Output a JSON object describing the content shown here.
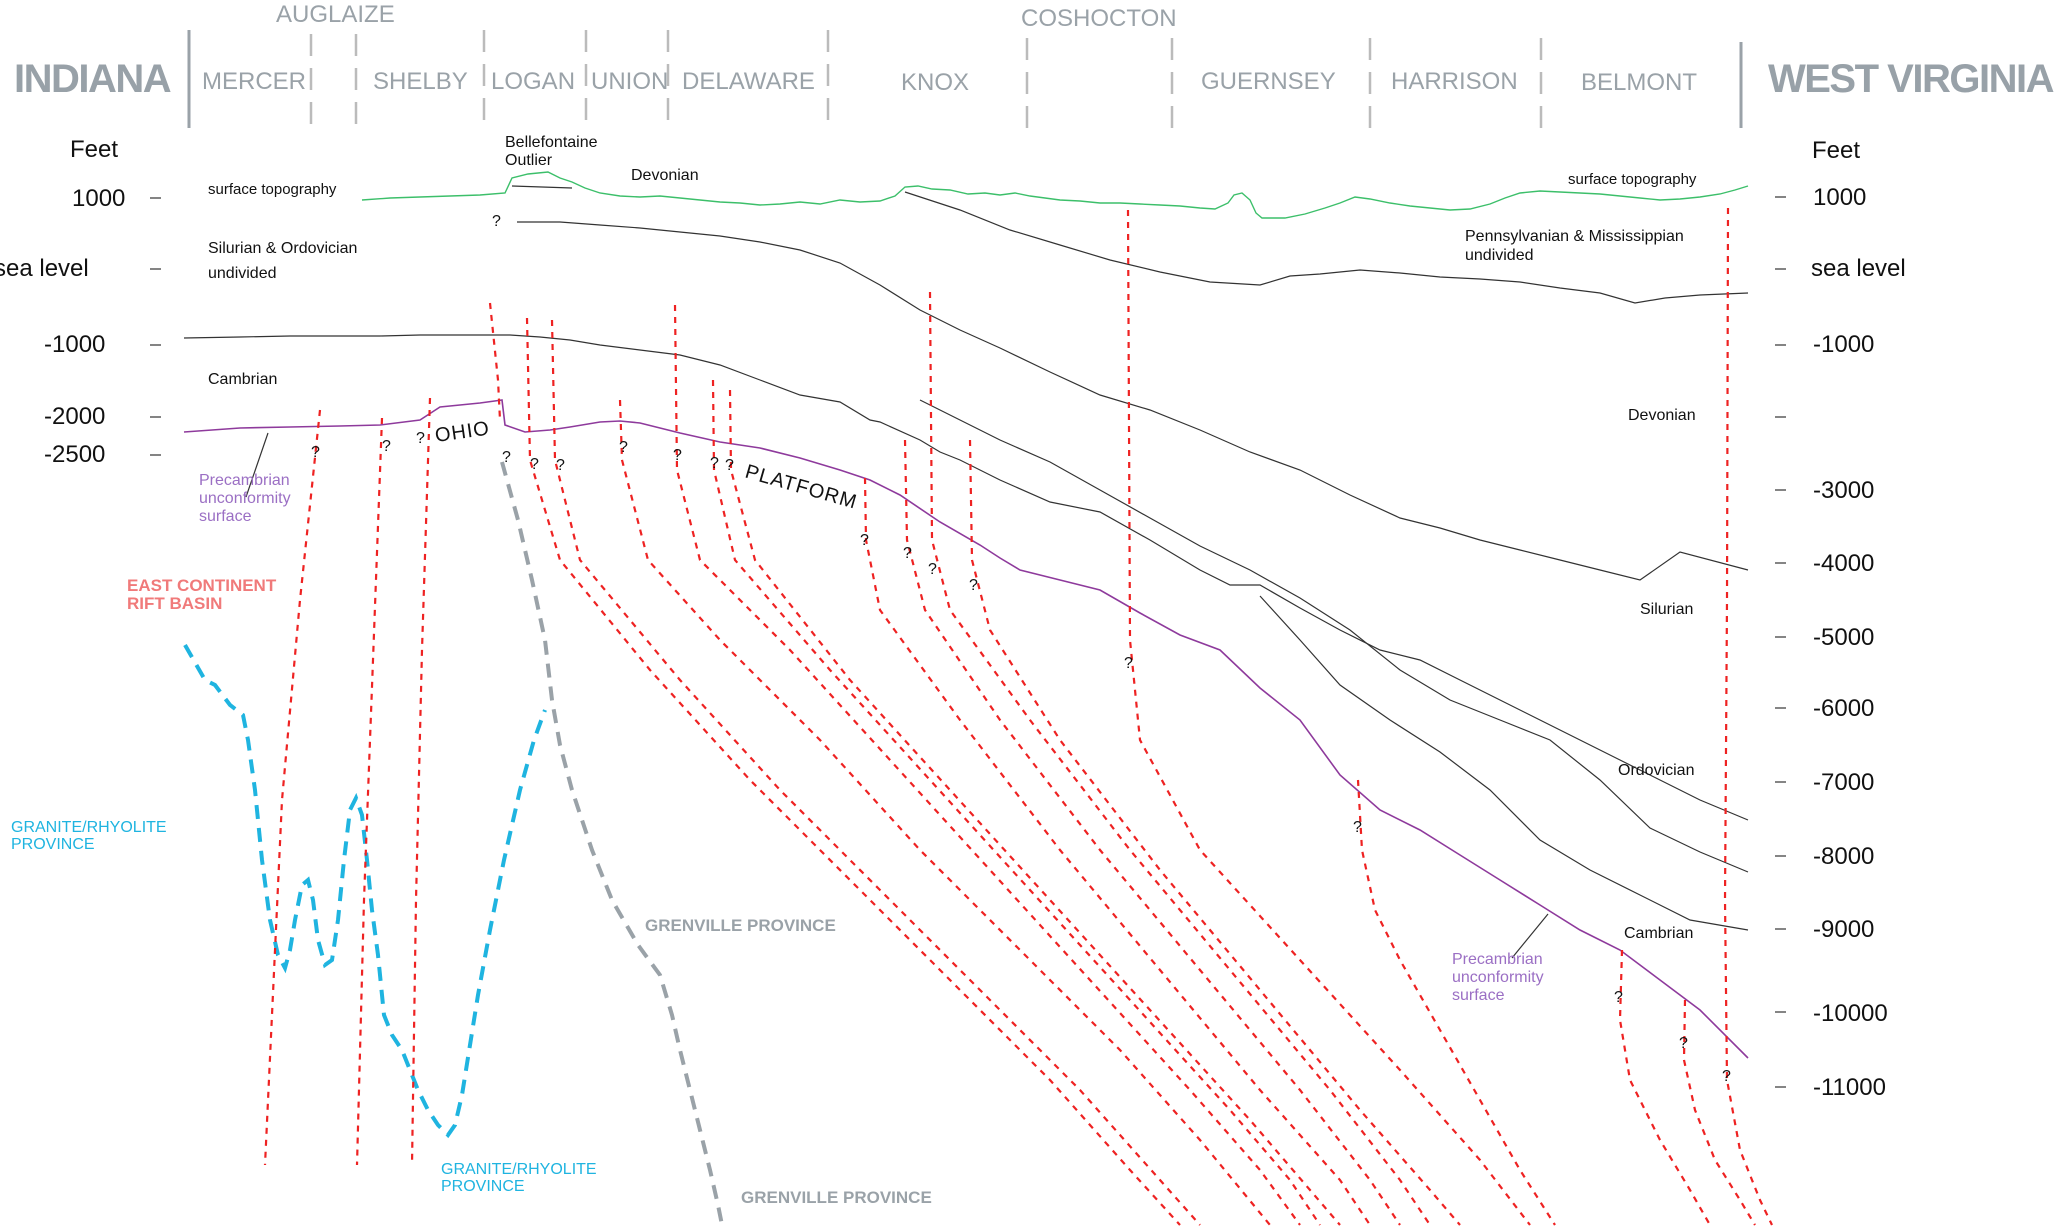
{
  "states": {
    "left": "INDIANA",
    "right": "WEST VIRGINIA"
  },
  "counties": {
    "top": [
      "AUGLAIZE",
      "COSHOCTON"
    ],
    "row": [
      "MERCER",
      "SHELBY",
      "LOGAN",
      "UNION",
      "DELAWARE",
      "KNOX",
      "GUERNSEY",
      "HARRISON",
      "BELMONT"
    ]
  },
  "axis": {
    "left_title": "Feet",
    "right_title": "Feet",
    "left_ticks": [
      "1000",
      "sea level",
      "-1000",
      "-2000",
      "-2500"
    ],
    "right_ticks": [
      "1000",
      "sea level",
      "-1000",
      "-3000",
      "-4000",
      "-5000",
      "-6000",
      "-7000",
      "-8000",
      "-9000",
      "-10000",
      "-11000"
    ]
  },
  "units": {
    "surface_topography_left": "surface topography",
    "surface_topography_right": "surface topography",
    "bellefontaine": [
      "Bellefontaine",
      "Outlier"
    ],
    "devonian_top": "Devonian",
    "silurian_ordovician": [
      "Silurian & Ordovician",
      "undivided"
    ],
    "pennsylvanian_mississippian": [
      "Pennsylvanian & Mississippian",
      "undivided"
    ],
    "cambrian_left": "Cambrian",
    "devonian_right": "Devonian",
    "silurian_right": "Silurian",
    "ordovician_right": "Ordovician",
    "cambrian_right": "Cambrian"
  },
  "platform_words": [
    "OHIO",
    "PLATFORM"
  ],
  "question_mark": "?",
  "labels": {
    "precambrian_left": [
      "Precambrian",
      "unconformity",
      "surface"
    ],
    "precambrian_right": [
      "Precambrian",
      "unconformity",
      "surface"
    ],
    "rift_basin": [
      "EAST CONTINENT",
      "RIFT BASIN"
    ],
    "granite_left": [
      "GRANITE/RHYOLITE",
      "PROVINCE"
    ],
    "granite_bottom": [
      "GRANITE/RHYOLITE",
      "PROVINCE"
    ],
    "grenville_mid": "GRENVILLE PROVINCE",
    "grenville_bottom": "GRENVILLE PROVINCE"
  },
  "colors": {
    "topography": "#3cbf6a",
    "horizon": "#333333",
    "unconformity": "#8e3a9c",
    "fault": "#ee2222",
    "granite_boundary": "#1fb4e0",
    "grenville_boundary": "#9aa2a8",
    "county_text": "#9aa2a8"
  }
}
